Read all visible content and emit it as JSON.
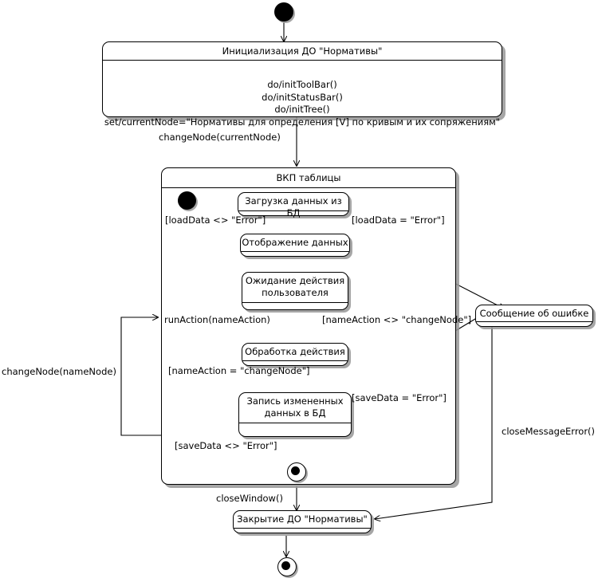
{
  "diagram": {
    "type": "uml-state-machine",
    "language": "ru",
    "title": "",
    "nodes": {
      "start": {
        "name": "start-node",
        "kind": "initial"
      },
      "init_state": {
        "name": "Инициализация ДО \"Нормативы\"",
        "actions": [
          "do/initToolBar()",
          "do/initStatusBar()",
          "do/initTree()",
          "set/currentNode=\"Нормативы для определения [V] по кривым и их сопряжениям\""
        ]
      },
      "composite": {
        "name": "ВКП таблицы"
      },
      "inner_start": {
        "name": "inner-start-node",
        "kind": "initial"
      },
      "load_data": {
        "name": "Загрузка данных из БД"
      },
      "show_data": {
        "name": "Отображение данных"
      },
      "wait_action": {
        "name": "Ожидание действия пользователя",
        "line1": "Ожидание действия",
        "line2": "пользователя"
      },
      "process_action": {
        "name": "Обработка действия"
      },
      "save_data": {
        "name": "Запись измененных данных в БД",
        "line1": "Запись измененных",
        "line2": "данных в БД"
      },
      "inner_final": {
        "name": "inner-final-node",
        "kind": "final"
      },
      "error_message": {
        "name": "Сообщение об ошибке"
      },
      "close_state": {
        "name": "Закрытие ДО \"Нормативы\""
      },
      "final": {
        "name": "final-node",
        "kind": "final"
      }
    },
    "transitions": [
      {
        "id": "t_change_node_current",
        "label": "changeNode(currentNode)",
        "from": "init_state",
        "to": "composite"
      },
      {
        "id": "t_load_ok",
        "label": "[loadData <> \"Error\"]",
        "from": "load_data",
        "to": "show_data"
      },
      {
        "id": "t_load_err",
        "label": "[loadData = \"Error\"]",
        "from": "load_data",
        "to": "error_message"
      },
      {
        "id": "t_run_action",
        "label": "runAction(nameAction)",
        "from": "wait_action",
        "to": "process_action"
      },
      {
        "id": "t_not_change",
        "label": "[nameAction <> \"changeNode\"]",
        "from": "process_action",
        "to": "wait_action"
      },
      {
        "id": "t_is_change",
        "label": "[nameAction = \"changeNode\"]",
        "from": "process_action",
        "to": "save_data"
      },
      {
        "id": "t_save_err",
        "label": "[saveData = \"Error\"]",
        "from": "save_data",
        "to": "error_message"
      },
      {
        "id": "t_save_ok",
        "label": "[saveData <> \"Error\"]",
        "from": "save_data",
        "to": "inner_final"
      },
      {
        "id": "t_change_node_name",
        "label": "changeNode(nameNode)",
        "from": "composite",
        "to": "composite"
      },
      {
        "id": "t_close_window",
        "label": "closeWindow()",
        "from": "composite",
        "to": "close_state"
      },
      {
        "id": "t_close_msg",
        "label": "closeMessageError()",
        "from": "error_message",
        "to": "close_state"
      }
    ],
    "colors": {
      "stroke": "#000000",
      "fill": "#ffffff",
      "shadow": "#969696"
    }
  }
}
